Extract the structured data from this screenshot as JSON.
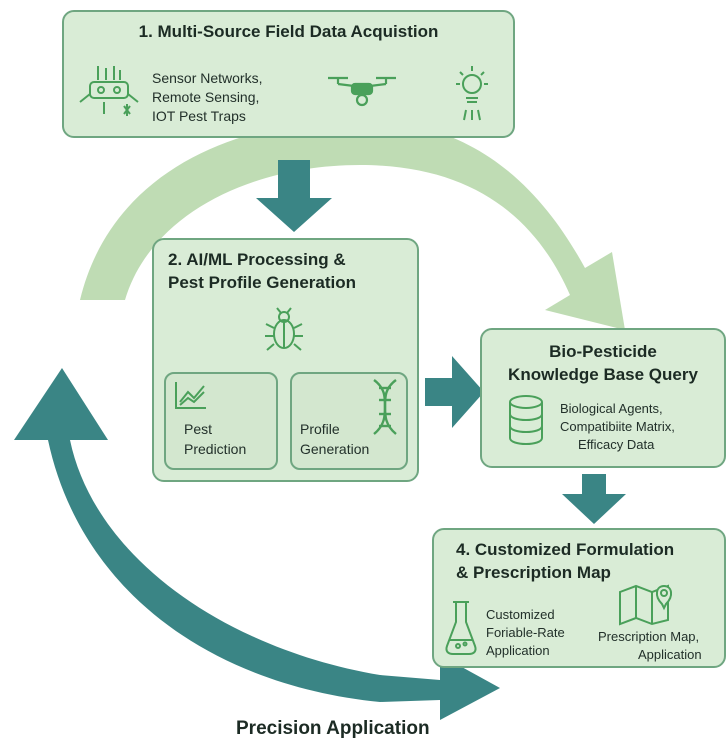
{
  "colors": {
    "box_fill": "#d9ecd6",
    "box_border": "#6fa681",
    "light_arrow": "#bfdcb4",
    "teal_arrow": "#3a8585",
    "icon_green": "#4aa05a"
  },
  "step1": {
    "title": "1. Multi-Source Field Data Acquistion",
    "sources": [
      "Sensor Networks,",
      "Remote Sensing,",
      "IOT Pest Traps"
    ],
    "icons": [
      "sensor-network-icon",
      "drone-icon",
      "iot-trap-light-icon"
    ]
  },
  "step2": {
    "title_line1": "2. AI/ML Processing &",
    "title_line2": "Pest Profile Generation",
    "icon": "beetle-icon",
    "cards": [
      {
        "icon": "trend-chart-icon",
        "line1": "Pest",
        "line2": "Prediction"
      },
      {
        "icon": "dna-icon",
        "line1": "Profile",
        "line2": "Generation"
      }
    ]
  },
  "step3": {
    "title_line1": "Bio-Pesticide",
    "title_line2": "Knowledge Base Query",
    "icon": "database-icon",
    "lines": [
      "Biological Agents,",
      "Compatibiite Matrix,",
      "Efficacy Data"
    ]
  },
  "step4": {
    "title_line1": "4. Customized Formulation",
    "title_line2": "& Prescription Map",
    "items": [
      {
        "icon": "flask-icon",
        "lines": [
          "Customized",
          "Foriable-Rate",
          "Application"
        ]
      },
      {
        "icon": "map-pin-icon",
        "lines": [
          "Prescription Map,",
          "Application"
        ]
      }
    ]
  },
  "bottom_label": "Precision Application"
}
